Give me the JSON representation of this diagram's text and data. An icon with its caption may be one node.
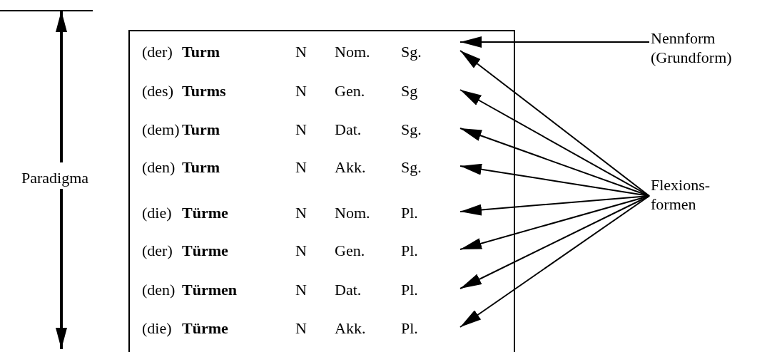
{
  "diagram": {
    "nodes": [
      {
        "text": [],
        "shape": "box"
      },
      {
        "text": [
          "(der)",
          "Turm",
          "N",
          "Nom.",
          "Sg."
        ],
        "in": 0
      },
      {
        "text": [
          "(des)",
          "Turms",
          "N",
          "Gen.",
          "Sg"
        ],
        "in": 0
      },
      {
        "text": [
          "(dem)",
          "Turm",
          "N",
          "Dat.",
          "Sg."
        ],
        "in": 0
      },
      {
        "text": [
          "(den)",
          "Turm",
          "N",
          "Akk.",
          "Sg."
        ],
        "in": 0
      },
      {
        "text": [
          "(die)",
          "Türme",
          "N",
          "Nom.",
          "Pl."
        ],
        "in": 0
      },
      {
        "text": [
          "(der)",
          "Türme",
          "N",
          "Gen.",
          "Pl."
        ],
        "in": 0
      },
      {
        "text": [
          "(den)",
          "Türmen",
          "N",
          "Dat.",
          "Pl."
        ],
        "in": 0
      },
      {
        "text": [
          "(die)",
          "Türme",
          "N",
          "Akk.",
          "Pl."
        ],
        "in": 0
      },
      {
        "text": [
          "Nennform (Grundform)"
        ]
      },
      {
        "text": [
          "Flexions- formen"
        ]
      }
    ],
    "edges": [
      {
        "from": 9,
        "to": 1,
        "arrow": "to"
      },
      {
        "from": 10,
        "to": 1,
        "arrow": "to"
      },
      {
        "from": 10,
        "to": 2,
        "arrow": "to"
      },
      {
        "from": 10,
        "to": 3,
        "arrow": "to"
      },
      {
        "from": 10,
        "to": 4,
        "arrow": "to"
      },
      {
        "from": 10,
        "to": 5,
        "arrow": "to"
      },
      {
        "from": 10,
        "to": 6,
        "arrow": "to"
      },
      {
        "from": 10,
        "to": 7,
        "arrow": "to"
      },
      {
        "from": 10,
        "to": 8,
        "arrow": "to"
      }
    ],
    "labels": [
      "Paradigma"
    ]
  }
}
